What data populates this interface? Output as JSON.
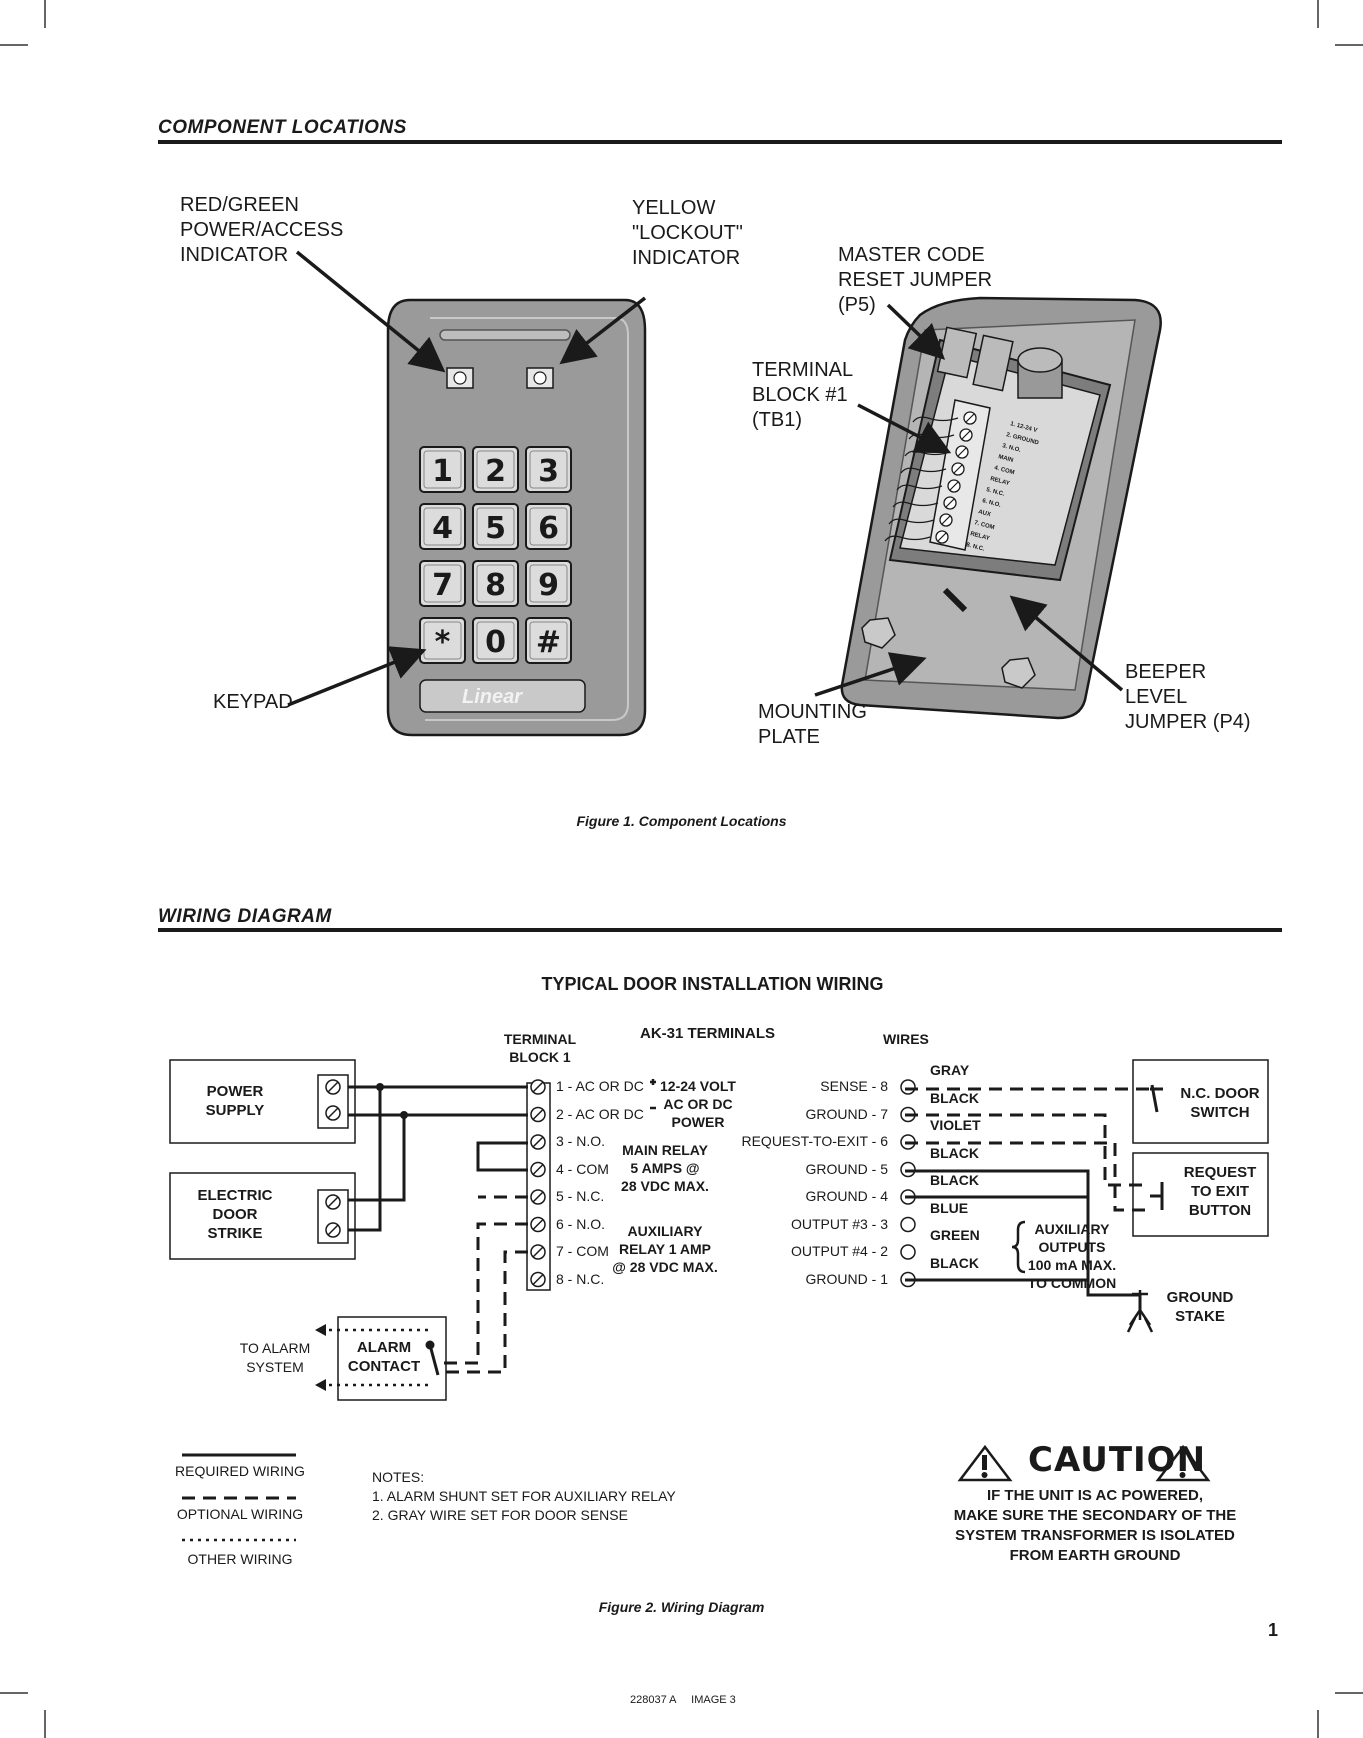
{
  "sections": {
    "component_locations": "COMPONENT LOCATIONS",
    "wiring_diagram": "WIRING DIAGRAM"
  },
  "figure1": {
    "callouts": {
      "red_green": "RED/GREEN\nPOWER/ACCESS\nINDICATOR",
      "yellow": "YELLOW\n\"LOCKOUT\"\nINDICATOR",
      "master_code": "MASTER CODE\nRESET JUMPER\n(P5)",
      "terminal_block": "TERMINAL\nBLOCK #1\n(TB1)",
      "keypad": "KEYPAD",
      "mounting_plate": "MOUNTING\nPLATE",
      "beeper": "BEEPER\nLEVEL\nJUMPER (P4)"
    },
    "keys": [
      "1",
      "2",
      "3",
      "4",
      "5",
      "6",
      "7",
      "8",
      "9",
      "*",
      "0",
      "#"
    ],
    "brand": "Linear",
    "tb_labels": [
      "1. 12-24 V",
      "2. GROUND",
      "3. N.O.",
      "MAIN",
      "4. COM",
      "RELAY",
      "5. N.C.",
      "6. N.O.",
      "AUX",
      "7. COM",
      "RELAY",
      "8. N.C."
    ],
    "caption": "Figure 1. Component Locations"
  },
  "figure2": {
    "title": "TYPICAL DOOR INSTALLATION WIRING",
    "terminal_block_label": "TERMINAL\nBLOCK 1",
    "ak31_label": "AK-31 TERMINALS",
    "wires_label": "WIRES",
    "boxes": {
      "power_supply": "POWER\nSUPPLY",
      "electric_door_strike": "ELECTRIC\nDOOR\nSTRIKE",
      "alarm_contact": "ALARM\nCONTACT",
      "to_alarm_system": "TO ALARM\nSYSTEM",
      "nc_door_switch": "N.C. DOOR\nSWITCH",
      "request_to_exit": "REQUEST\nTO EXIT\nBUTTON",
      "ground_stake": "GROUND\nSTAKE"
    },
    "left_terminals": [
      "1 - AC OR DC",
      "2 - AC OR DC",
      "3 - N.O.",
      "4 - COM",
      "5 - N.C.",
      "6 - N.O.",
      "7 - COM",
      "8 - N.C."
    ],
    "left_notes": {
      "power": "12-24 VOLT\nAC OR DC\nPOWER",
      "main_relay": "MAIN RELAY\n5 AMPS @\n28 VDC MAX.",
      "aux_relay": "AUXILIARY\nRELAY 1 AMP\n@ 28 VDC MAX."
    },
    "right_terminals": [
      "SENSE - 8",
      "GROUND - 7",
      "REQUEST-TO-EXIT - 6",
      "GROUND - 5",
      "GROUND - 4",
      "OUTPUT #3 - 3",
      "OUTPUT #4 - 2",
      "GROUND - 1"
    ],
    "wire_colors": [
      "GRAY",
      "BLACK",
      "VIOLET",
      "BLACK",
      "BLACK",
      "BLUE",
      "GREEN",
      "BLACK"
    ],
    "aux_outputs": "AUXILIARY\nOUTPUTS\n100 mA MAX.\nTO COMMON",
    "legend": {
      "required": "REQUIRED WIRING",
      "optional": "OPTIONAL WIRING",
      "other": "OTHER WIRING"
    },
    "notes": [
      "NOTES:",
      "1. ALARM SHUNT SET FOR AUXILIARY RELAY",
      "2. GRAY WIRE SET FOR DOOR SENSE"
    ],
    "caution": {
      "word": "CAUTION",
      "text": "IF THE UNIT IS AC POWERED,\nMAKE SURE THE SECONDARY OF THE\nSYSTEM TRANSFORMER IS ISOLATED\nFROM EARTH GROUND"
    },
    "caption": "Figure 2. Wiring Diagram"
  },
  "page_number": "1",
  "footer": "228037 A     IMAGE 3"
}
